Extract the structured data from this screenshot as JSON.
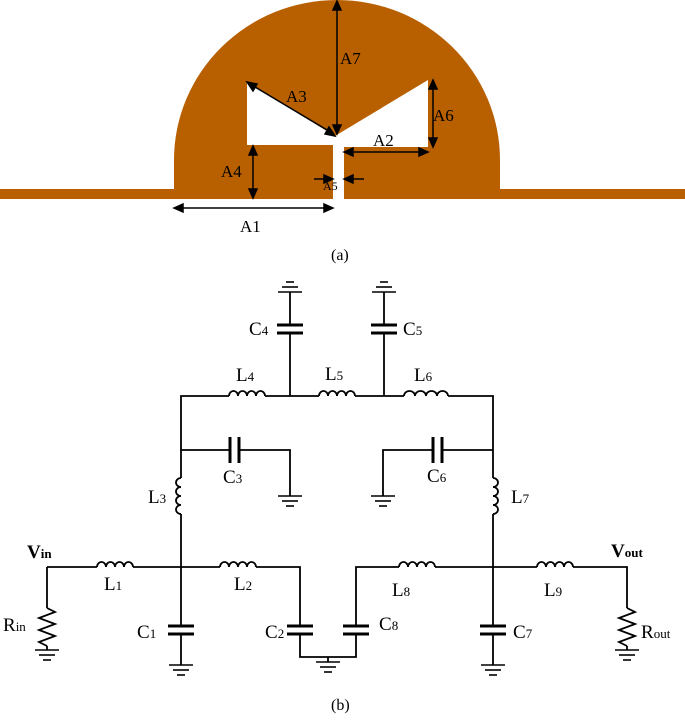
{
  "colors": {
    "antenna": "#B85F00",
    "wire": "#000000"
  },
  "panel_a": {
    "caption": "(a)",
    "dimensions": [
      "A1",
      "A2",
      "A3",
      "A4",
      "A5",
      "A6",
      "A7"
    ]
  },
  "panel_b": {
    "caption": "(b)",
    "vin": {
      "main": "V",
      "sub": "in"
    },
    "vout": {
      "main": "V",
      "sub": "out"
    },
    "rin": {
      "main": "R",
      "sub": "in"
    },
    "rout": {
      "main": "R",
      "sub": "out"
    },
    "inductors": [
      "1",
      "2",
      "3",
      "4",
      "5",
      "6",
      "7",
      "8",
      "9"
    ],
    "capacitors": [
      "1",
      "2",
      "3",
      "4",
      "5",
      "6",
      "7",
      "8"
    ],
    "inductor_letter": "L",
    "capacitor_letter": "C"
  }
}
